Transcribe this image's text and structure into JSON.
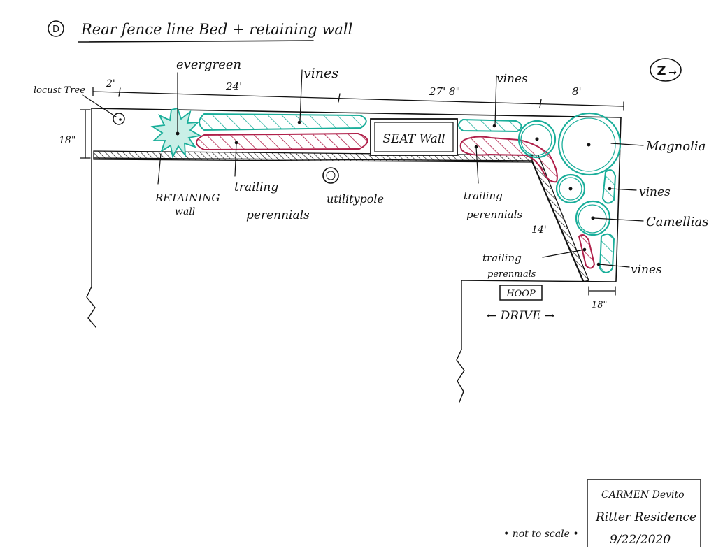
{
  "title": {
    "number": "D",
    "text": "Rear fence line Bed + retaining wall"
  },
  "compass": {
    "symbol": "Z",
    "arrow": "→"
  },
  "dimensions": {
    "d2": "2'",
    "d24": "24'",
    "d27": "27' 8\"",
    "d8": "8'",
    "d18_left": "18\"",
    "d14": "14'",
    "d18_bottom": "18\""
  },
  "labels": {
    "locust_tree": "locust Tree",
    "evergreen": "evergreen",
    "vines_top": "vines",
    "vines_top_right": "vines",
    "magnolia": "Magnolia",
    "vines_right": "vines",
    "camellias": "Camellias",
    "vines_bottom": "vines",
    "retaining_wall_1": "RETAINING",
    "retaining_wall_2": "wall",
    "trailing_1a": "trailing",
    "trailing_1b": "perennials",
    "utility_pole": "utilitypole",
    "trailing_2a": "trailing",
    "trailing_2b": "perennials",
    "trailing_3a": "trailing",
    "trailing_3b": "perennials",
    "seat_wall": "SEAT Wall",
    "hoop": "HOOP",
    "drive": "← DRIVE →"
  },
  "notes": {
    "not_to_scale": "• not to scale •",
    "designer": "CARMEN Devito",
    "client": "Ritter Residence",
    "date": "9/22/2020"
  },
  "colors": {
    "teal": "#1aae9a",
    "crimson": "#b0204a",
    "ink": "#111111"
  }
}
